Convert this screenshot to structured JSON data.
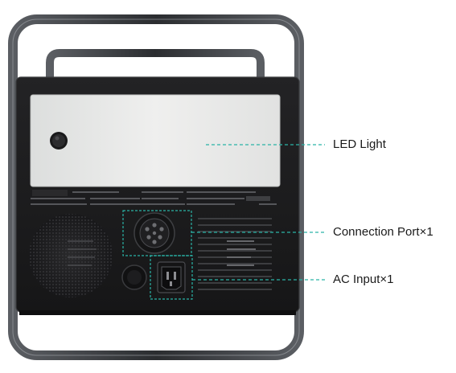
{
  "callouts": {
    "led_light": "LED Light",
    "connection_port": "Connection Port×1",
    "ac_input": "AC Input×1"
  },
  "colors": {
    "background": "#ffffff",
    "device_body": "#1c1c1e",
    "handle_frame": "#2e3033",
    "handle_highlight": "#9a9da2",
    "led_panel": "#e6e7e6",
    "callout_dash": "#2ab3a6",
    "label_text": "#1a1a1a"
  },
  "icons": {
    "led_button": "power-button-icon",
    "connection_port": "round-multipin-connector-icon",
    "ac_input": "iec-ac-socket-icon",
    "fuse": "round-fuse-holder-icon"
  }
}
